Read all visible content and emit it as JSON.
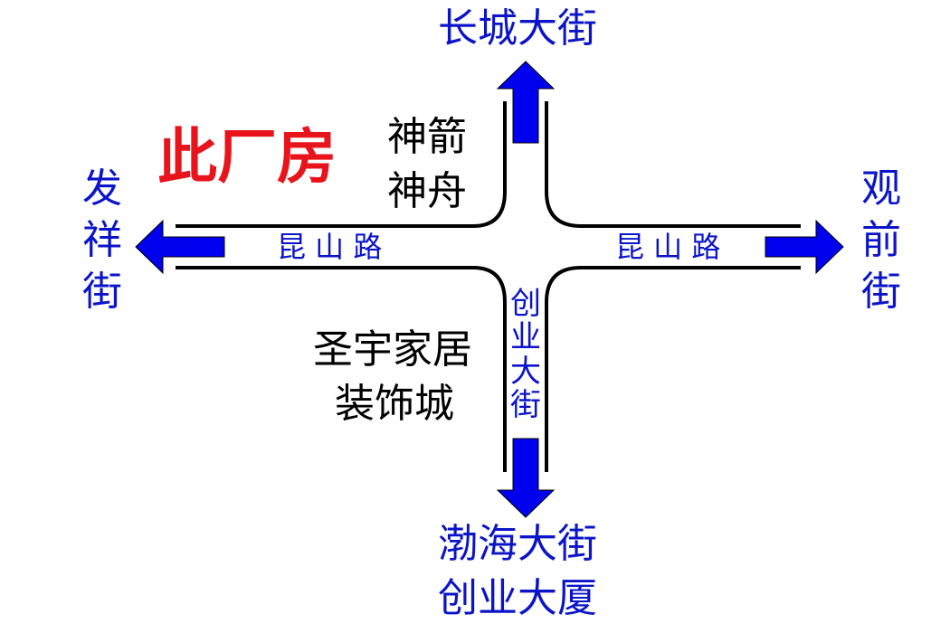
{
  "roads": {
    "north": "长城大街",
    "west": "发祥街",
    "east": "观前街",
    "south_street": "渤海大街",
    "south_landmark": "创业大厦",
    "kunshan_left": "昆 山 路",
    "kunshan_right": "昆 山 路",
    "chuangye": "创业大街"
  },
  "places": {
    "this_factory": "此厂房",
    "ne_line1": "神箭",
    "ne_line2": "神舟",
    "sw_line1": "圣宇家居",
    "sw_line2": "装饰城"
  },
  "colors": {
    "arrow": "#0000ee",
    "road_label": "#0b14c8",
    "highlight": "#e8141c",
    "road_edge": "#000000"
  }
}
